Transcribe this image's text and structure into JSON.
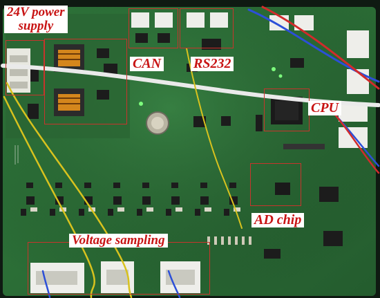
{
  "figure": {
    "labels": {
      "power": [
        "24V power",
        "supply"
      ],
      "can": "CAN",
      "rs232": "RS232",
      "cpu": "CPU",
      "ad": "AD chip",
      "voltage": "Voltage sampling"
    }
  },
  "colors": {
    "annotation": "#c81414",
    "box_outline": "#c8342c",
    "pcb": "#2c6b36"
  }
}
